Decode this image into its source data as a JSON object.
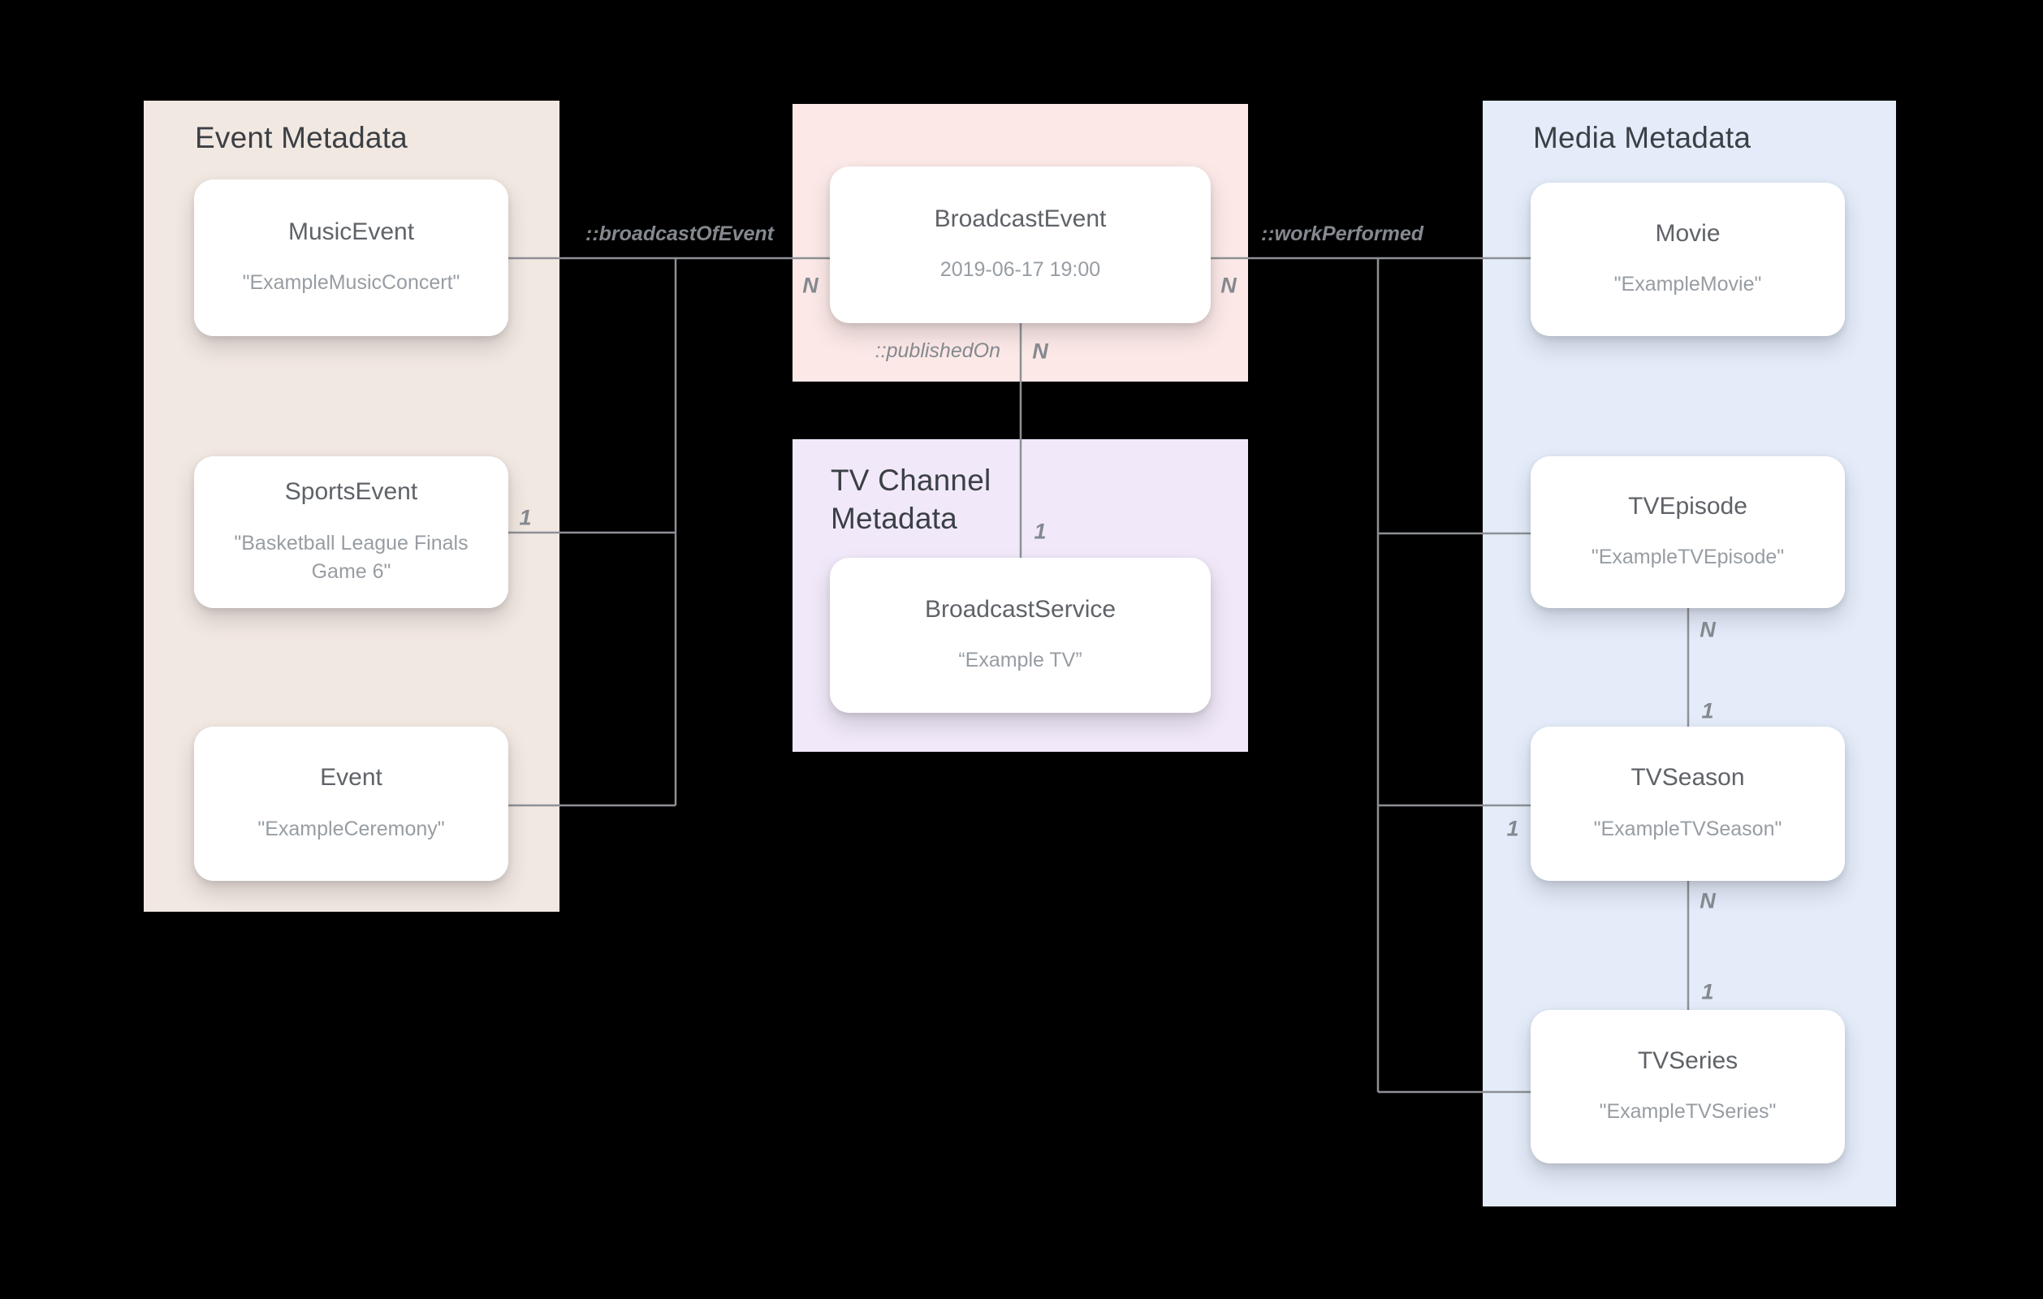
{
  "panels": {
    "event": {
      "title": "Event Metadata"
    },
    "tv_channel": {
      "title": "TV Channel Metadata"
    },
    "media": {
      "title": "Media Metadata"
    }
  },
  "nodes": {
    "music_event": {
      "title": "MusicEvent",
      "subtitle": "\"ExampleMusicConcert\""
    },
    "sports_event": {
      "title": "SportsEvent",
      "subtitle": "\"Basketball League Finals Game 6\""
    },
    "event": {
      "title": "Event",
      "subtitle": "\"ExampleCeremony\""
    },
    "broadcast_event": {
      "title": "BroadcastEvent",
      "subtitle": "2019-06-17 19:00"
    },
    "broadcast_service": {
      "title": "BroadcastService",
      "subtitle": "“Example TV”"
    },
    "movie": {
      "title": "Movie",
      "subtitle": "\"ExampleMovie\""
    },
    "tv_episode": {
      "title": "TVEpisode",
      "subtitle": "\"ExampleTVEpisode\""
    },
    "tv_season": {
      "title": "TVSeason",
      "subtitle": "\"ExampleTVSeason\""
    },
    "tv_series": {
      "title": "TVSeries",
      "subtitle": "\"ExampleTVSeries\""
    }
  },
  "relations": {
    "broadcast_of_event": "::broadcastOfEvent",
    "work_performed": "::workPerformed",
    "published_on": "::publishedOn"
  },
  "cardinalities": {
    "broadcast_event_left_n": "N",
    "broadcast_event_right_n": "N",
    "sports_event_1": "1",
    "published_on_n": "N",
    "published_on_1": "1",
    "work_performed_season_1": "1",
    "episode_season_n": "N",
    "episode_season_1": "1",
    "season_series_n": "N",
    "season_series_1": "1"
  },
  "colors": {
    "bg": "#000000",
    "panel_event": "#f2e8e2",
    "panel_broadcast": "#fce9e7",
    "panel_tv_channel": "#f1e9f9",
    "panel_media": "#e4ecfa",
    "card_bg": "#ffffff",
    "panel_title": "#3b4045",
    "node_title": "#5f6368",
    "node_subtitle": "#979da3",
    "edge": "#8d9196",
    "label": "#84898f"
  }
}
